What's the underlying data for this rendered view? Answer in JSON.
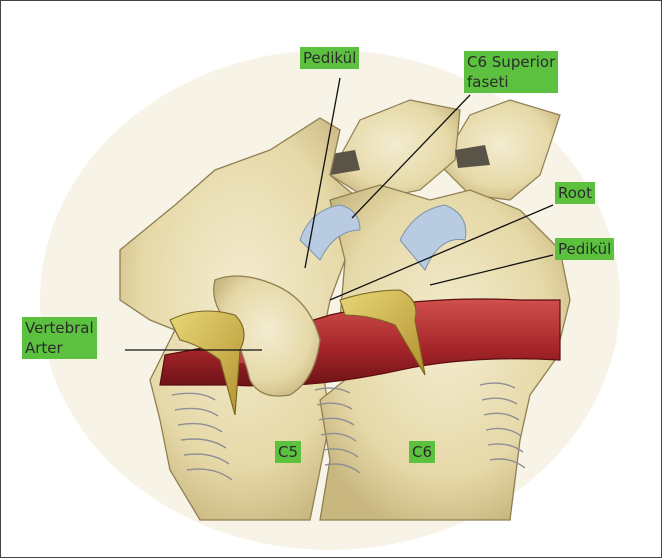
{
  "labels": {
    "pedikul_top": "Pedikül",
    "c6_superior_line1": "C6 Superior",
    "c6_superior_line2": "faseti",
    "root": "Root",
    "pedikul_right": "Pedikül",
    "vertebral_line1": "Vertebral",
    "vertebral_line2": "Arter",
    "c5": "C5",
    "c6": "C6"
  },
  "colors": {
    "label_bg": "#5cc13f",
    "bone": "#e9dfb6",
    "artery": "#a8262a",
    "cartilage": "#b9cbe0"
  }
}
